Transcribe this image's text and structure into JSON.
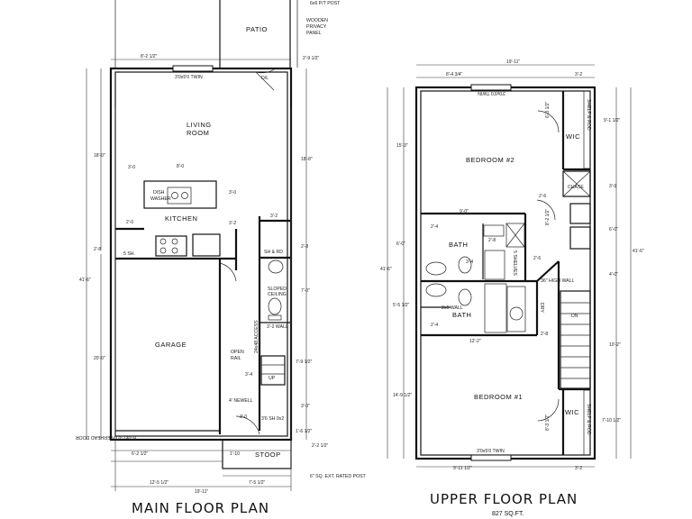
{
  "main_floor": {
    "title": "MAIN FLOOR PLAN",
    "rooms": {
      "patio": "PATIO",
      "living_room": [
        "LIVING",
        "ROOM"
      ],
      "kitchen": "KITCHEN",
      "garage": "GARAGE",
      "stoop": "STOOP"
    },
    "notes": {
      "post": "6x6 P/T POST",
      "privacy_panel": [
        "WOODEN",
        "PRIVACY",
        "PANEL"
      ],
      "window": "3'0x5'0 TWIN",
      "dishwasher": [
        "DISH",
        "WASHER"
      ],
      "shelf": "5 SH.",
      "sh_rd": "SH & RD",
      "sloped_ceiling": [
        "SLOPED",
        "CEILING"
      ],
      "wall": "3'-2 WALL",
      "access": "24x48 ACCESS",
      "open_rail": [
        "OPEN",
        "RAIL"
      ],
      "newell": "4' NEWELL",
      "garage_door": "8'-0x7'-0 OVERHEAD DOOR",
      "entry_door": "3'6 SH 0x2",
      "rated_post": "6\" SQ. EXT. RATED POST",
      "up": "UP",
      "dl": "D/L"
    },
    "dimensions": {
      "top_a": "8'-2 1/2\"",
      "top_b": "2'-9 1/2\"",
      "left_total": "41'-6\"",
      "left_upper": "18'-0\"",
      "left_mid": "2'-8",
      "left_lower": "20'-0\"",
      "island_a": "3'-0",
      "island_b": "8'-0",
      "island_c": "3'-0",
      "island_d": "3'-2",
      "k_a": "2'-0",
      "right_a": "18'-8\"",
      "right_b": "3'-2",
      "right_c": "2'-8",
      "right_d": "7'-0\"",
      "right_e": "7'-9 1/2\"",
      "right_f": "3'-0\"",
      "right_g": "1'-6 1/2\"",
      "right_h": "2'-2 1/2\"",
      "stair_a": "3'-4",
      "bot_a": "6'-2 1/2\"",
      "bot_b": "1'-10",
      "bot_c": "12'-5 1/2\"",
      "bot_d": "7'-5 1/2\"",
      "bot_total": "19'-11\"",
      "door_a": "3'-0"
    }
  },
  "upper_floor": {
    "title": "UPPER FLOOR PLAN",
    "area": "827 SQ.FT.",
    "rooms": {
      "bedroom2": "BEDROOM #2",
      "bath_upper": "BATH",
      "bath_lower": "BATH",
      "bedroom1": "BEDROOM #1",
      "wic_top": "WIC",
      "wic_bottom": "WIC"
    },
    "notes": {
      "window_top": "3'0x5'0 TWIN",
      "window_bottom": "3'0x5'0 TWIN",
      "chase": "CHASE",
      "shelf_rod_top": "SHELF & ROD",
      "shelf_rod_bottom": "SHELF & ROD",
      "shelves": "5 SHELVES",
      "high_wall": "36\" HIGH WALL",
      "wall_2x6": "2x6 WALL",
      "dn": "DN",
      "dryer": "DRY"
    },
    "dimensions": {
      "top_total": "19'-11\"",
      "top_a": "8'-4 3/4\"",
      "top_b": "3'-2",
      "left_total": "41'-6\"",
      "left_a": "15'-3\"",
      "left_b": "6'-0\"",
      "left_c": "5'-5 1/2\"",
      "left_d": "14'-9 1/2\"",
      "right_total": "41'-6\"",
      "right_a": "9'-1 1/2\"",
      "right_b": "3'-9",
      "right_c": "6'-0\"",
      "right_d": "4'-0\"",
      "right_e": "10'-2\"",
      "right_f": "7'-10 1/2\"",
      "bath_a": "9'-0\"",
      "bath_b": "2'-4",
      "bath_c": "2'-8",
      "bath_d": "3'-4",
      "bath_e": "2'-4",
      "mid_a": "12'-2\"",
      "v_a": "6'-3 1/2\"",
      "v_b": "8'-2 1/2\"",
      "v_c": "8'-3 1/2\"",
      "bot_a": "9'-11 1/2\"",
      "bot_b": "3'-2",
      "w_a": "2'-6",
      "w_b": "2'-6",
      "w_c": "2'-8"
    }
  }
}
